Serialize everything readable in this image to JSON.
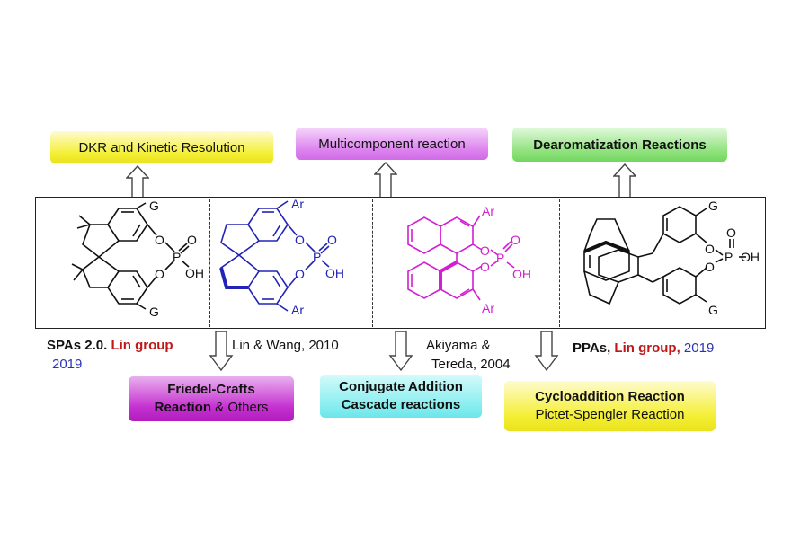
{
  "top_boxes": {
    "dkr": "DKR and Kinetic Resolution",
    "multicomponent": "Multicomponent reaction",
    "dearomatization": "Dearomatization Reactions"
  },
  "bottom_boxes": {
    "friedel_line1": "Friedel-Crafts",
    "friedel_line2_bold": "Reaction",
    "friedel_line2_rest": "& Others",
    "conjugate_line1": "Conjugate Addition",
    "conjugate_line2": "Cascade reactions",
    "cyclo_line1": "Cycloaddition Reaction",
    "cyclo_line2": "Pictet-Spengler Reaction"
  },
  "captions": {
    "spas_label": "SPAs 2.0.",
    "spas_group": "Lin group",
    "spas_year": "2019",
    "lin_wang": "Lin & Wang, 2010",
    "akiyama_line1": "Akiyama &",
    "akiyama_line2": "Tereda, 2004",
    "ppas_label": "PPAs,",
    "ppas_group": "Lin group,",
    "ppas_year": "2019"
  },
  "structures": {
    "s1": {
      "sub_top": "G",
      "sub_bottom": "G",
      "o1": "O",
      "o2": "O",
      "p": "P",
      "po": "O",
      "oh": "OH"
    },
    "s2": {
      "sub_top": "Ar",
      "sub_bottom": "Ar",
      "o1": "O",
      "o2": "O",
      "p": "P",
      "po": "O",
      "oh": "OH"
    },
    "s3": {
      "sub_top": "Ar",
      "sub_bottom": "Ar",
      "o1": "O",
      "o2": "O",
      "p": "P",
      "po": "O",
      "oh": "OH"
    },
    "s4": {
      "sub_top": "G",
      "sub_bottom": "G",
      "o1": "O",
      "o2": "O",
      "p": "P",
      "po": "O",
      "oh": "OH"
    }
  },
  "colors": {
    "structure1": "#111111",
    "structure2": "#2323b5",
    "structure3": "#d21fd2",
    "structure4": "#111111"
  }
}
